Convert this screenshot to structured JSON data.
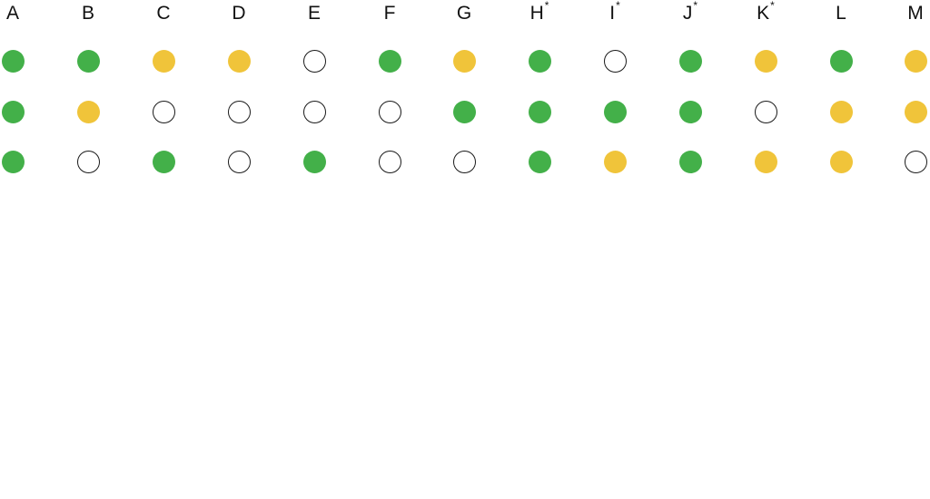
{
  "colors": {
    "green": "#43b049",
    "yellow": "#f0c43a",
    "empty": "#ffffff",
    "outline": "#1a1a1a"
  },
  "columns": [
    {
      "label": "A",
      "mark": ""
    },
    {
      "label": "B",
      "mark": ""
    },
    {
      "label": "C",
      "mark": ""
    },
    {
      "label": "D",
      "mark": ""
    },
    {
      "label": "E",
      "mark": ""
    },
    {
      "label": "F",
      "mark": ""
    },
    {
      "label": "G",
      "mark": ""
    },
    {
      "label": "H",
      "mark": "*"
    },
    {
      "label": "I",
      "mark": "*"
    },
    {
      "label": "J",
      "mark": "*"
    },
    {
      "label": "K",
      "mark": "*"
    },
    {
      "label": "L",
      "mark": ""
    },
    {
      "label": "M",
      "mark": ""
    }
  ],
  "rows": [
    [
      "green",
      "green",
      "yellow",
      "yellow",
      "empty",
      "green",
      "yellow",
      "green",
      "empty",
      "green",
      "yellow",
      "green",
      "yellow"
    ],
    [
      "green",
      "yellow",
      "empty",
      "empty",
      "empty",
      "empty",
      "green",
      "green",
      "green",
      "green",
      "empty",
      "yellow",
      "yellow"
    ],
    [
      "green",
      "empty",
      "green",
      "empty",
      "green",
      "empty",
      "empty",
      "green",
      "yellow",
      "green",
      "yellow",
      "yellow",
      "empty"
    ]
  ]
}
